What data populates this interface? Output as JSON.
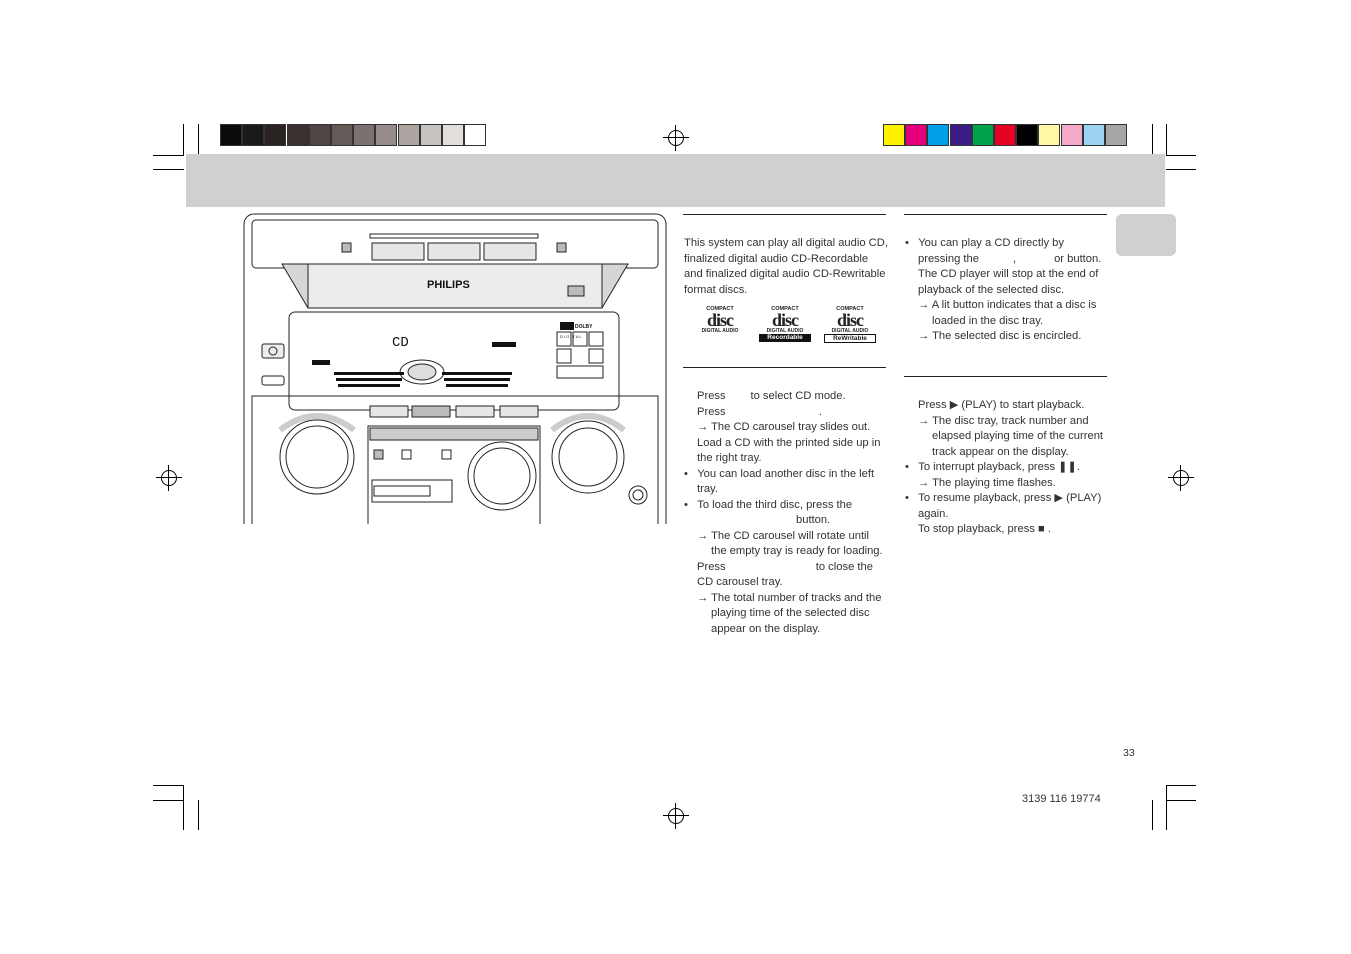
{
  "colors": {
    "gray_bars": [
      "#0b0b0b",
      "#1a1a1a",
      "#2a2322",
      "#3a3230",
      "#4e4643",
      "#645b58",
      "#7b7270",
      "#958b88",
      "#ada5a2",
      "#c8c2bf",
      "#e2dedb",
      "#ffffff"
    ],
    "color_bars": [
      "#fff200",
      "#e4007c",
      "#00a0e9",
      "#3b1b88",
      "#00a14b",
      "#e60026",
      "#000000",
      "#fff6a6",
      "#f4a9c9",
      "#9cd3f0",
      "#a6a6a6"
    ]
  },
  "device": {
    "brand": "PHILIPS",
    "dolby": "DOLBY",
    "dolby_sub": "D I G I T A L",
    "display_chars": "CD"
  },
  "col1": {
    "intro": "This system can play all digital audio CD, finalized digital audio CD-Recordable and finalized digital audio CD-Rewritable format discs.",
    "logos": [
      {
        "top": "COMPACT",
        "mid": "disc",
        "bot": "DIGITAL AUDIO"
      },
      {
        "top": "COMPACT",
        "mid": "disc",
        "bot": "DIGITAL AUDIO",
        "extra": "Recordable"
      },
      {
        "top": "COMPACT",
        "mid": "disc",
        "bot": "DIGITAL AUDIO",
        "extra": "ReWritable"
      }
    ],
    "step1": "Press        to select CD mode.",
    "step2": "Press                              .",
    "step2_arrow": "The CD carousel tray slides out.",
    "step3": "Load a CD with the printed side up in the right tray.",
    "bullet1": "You can load another disc in the left tray.",
    "bullet2a": "To load the third disc, press the",
    "bullet2b": "button.",
    "bullet2_arrow": "The CD carousel will rotate until the empty tray is ready for loading.",
    "step4": "Press                             to close the CD carousel tray.",
    "step4_arrow": "The total number of tracks and the playing time of the selected disc appear on the display."
  },
  "col2": {
    "bullet1a": "You can play a CD directly by pressing the",
    "bullet1_sep": ",",
    "bullet1_or": "or",
    "bullet1b": "button. The CD player will stop at the end of playback of the selected disc.",
    "arrow1": "A lit button indicates that a disc is loaded in the disc tray.",
    "arrow2": "The selected disc is encircled.",
    "play": "Press  ▶ (PLAY) to start playback.",
    "play_arrow": "The disc tray, track number and elapsed playing time of the current track appear on the display.",
    "pause_bullet": "To interrupt playback, press ❚❚.",
    "pause_arrow": "The playing time flashes.",
    "resume_bullet": "To resume playback, press  ▶ (PLAY) again.",
    "stop": "To stop playback, press  ■ ."
  },
  "arrow_glyph": "→",
  "bullet_glyph": "•",
  "page_number": "33",
  "doc_code": "3139 116 19774"
}
